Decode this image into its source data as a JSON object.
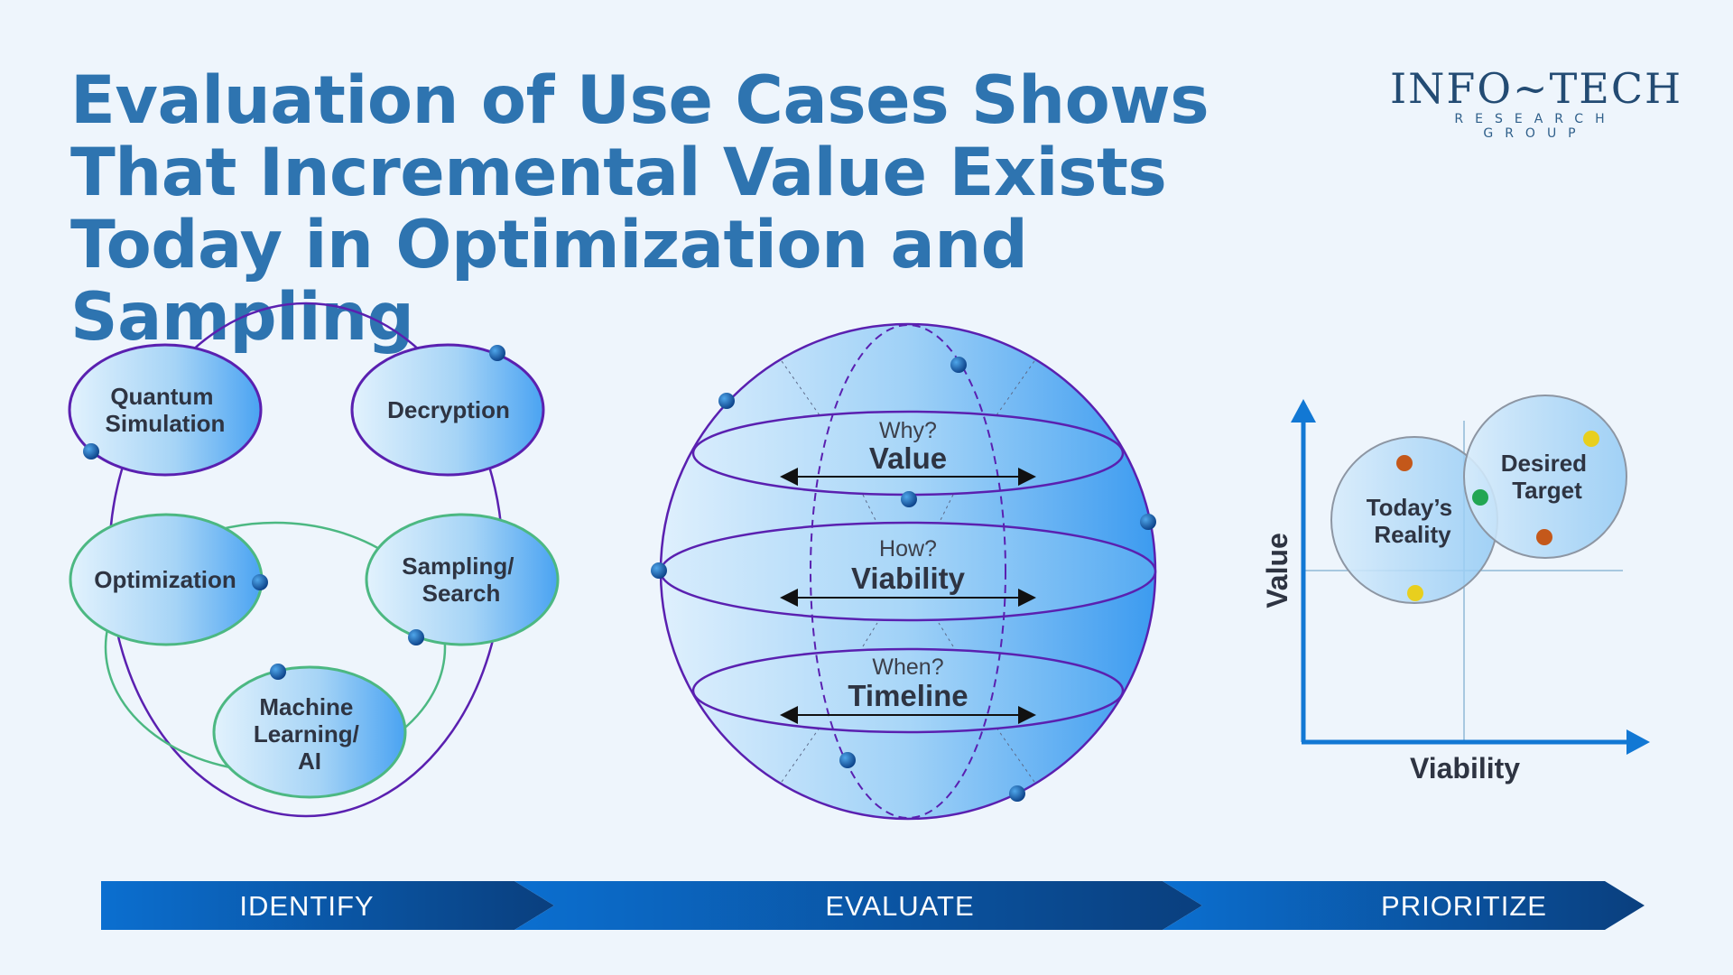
{
  "title": "Evaluation of Use Cases Shows That Incremental Value Exists Today in Optimization and Sampling",
  "logo": {
    "main": "INFO~TECH",
    "sub": "RESEARCH GROUP"
  },
  "identify": {
    "nodes": [
      {
        "line1": "Quantum",
        "line2": "Simulation",
        "line3": ""
      },
      {
        "line1": "Decryption",
        "line2": "",
        "line3": ""
      },
      {
        "line1": "Optimization",
        "line2": "",
        "line3": ""
      },
      {
        "line1": "Sampling/",
        "line2": "Search",
        "line3": ""
      },
      {
        "line1": "Machine",
        "line2": "Learning/",
        "line3": "AI"
      }
    ]
  },
  "evaluate": {
    "bands": [
      {
        "question": "Why?",
        "label": "Value"
      },
      {
        "question": "How?",
        "label": "Viability"
      },
      {
        "question": "When?",
        "label": "Timeline"
      }
    ]
  },
  "prioritize": {
    "y_axis": "Value",
    "x_axis": "Viability",
    "circles": [
      {
        "line1": "Today’s",
        "line2": "Reality"
      },
      {
        "line1": "Desired",
        "line2": "Target"
      }
    ],
    "dot_colors": {
      "orange": "#c4581a",
      "yellow": "#e8cf1e",
      "green": "#22a652"
    }
  },
  "stages": [
    "IDENTIFY",
    "EVALUATE",
    "PRIORITIZE"
  ],
  "colors": {
    "title": "#2e74b0",
    "purple": "#5a20b0",
    "green_outline": "#4cb882",
    "stage_bar": "#0a55a8"
  }
}
